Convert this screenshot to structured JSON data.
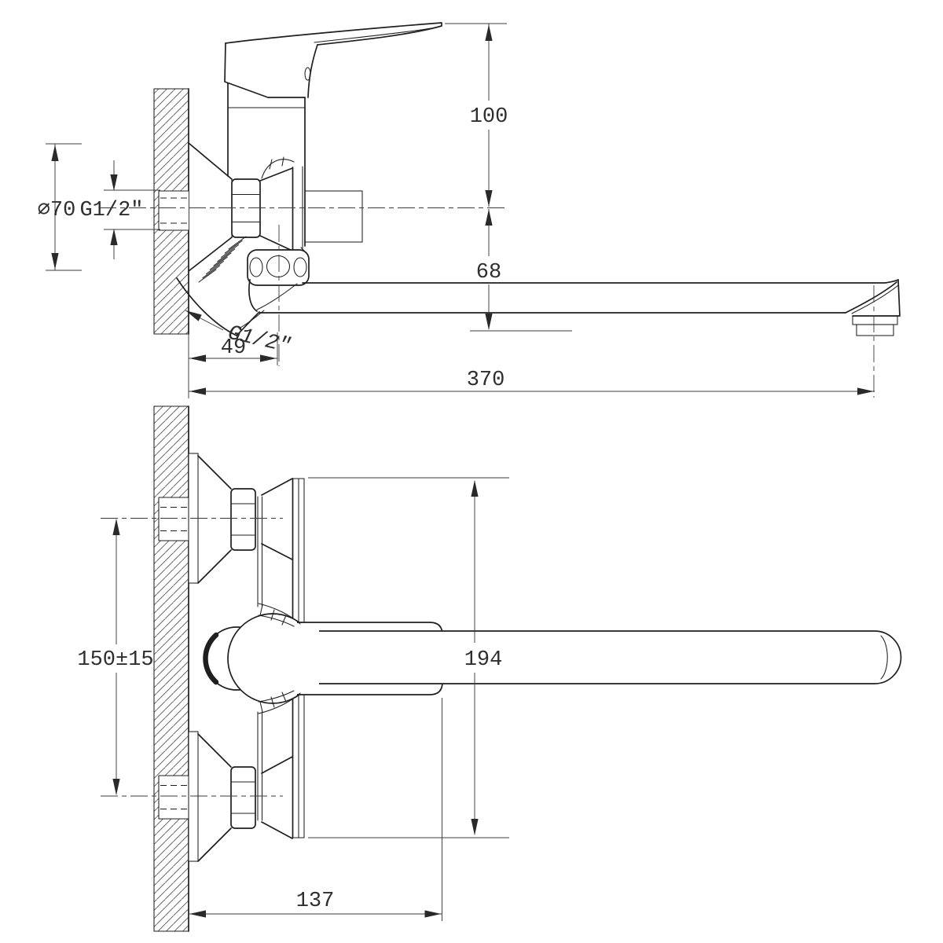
{
  "colors": {
    "ink": "#1f1f1f",
    "dimension": "#3c3c3c",
    "background": "#ffffff"
  },
  "top_view": {
    "escutcheon_diameter": "∅70",
    "inlet_thread": "G1/2″",
    "handle_height_above_inlet": "100",
    "inlet_to_spout_drop": "68",
    "shower_outlet_thread": "G1/2″",
    "wall_to_body_axis": "49",
    "spout_reach": "370"
  },
  "plan_view": {
    "inlet_spacing": "150±15",
    "body_length": "194",
    "wall_to_handle_tip": "137"
  }
}
